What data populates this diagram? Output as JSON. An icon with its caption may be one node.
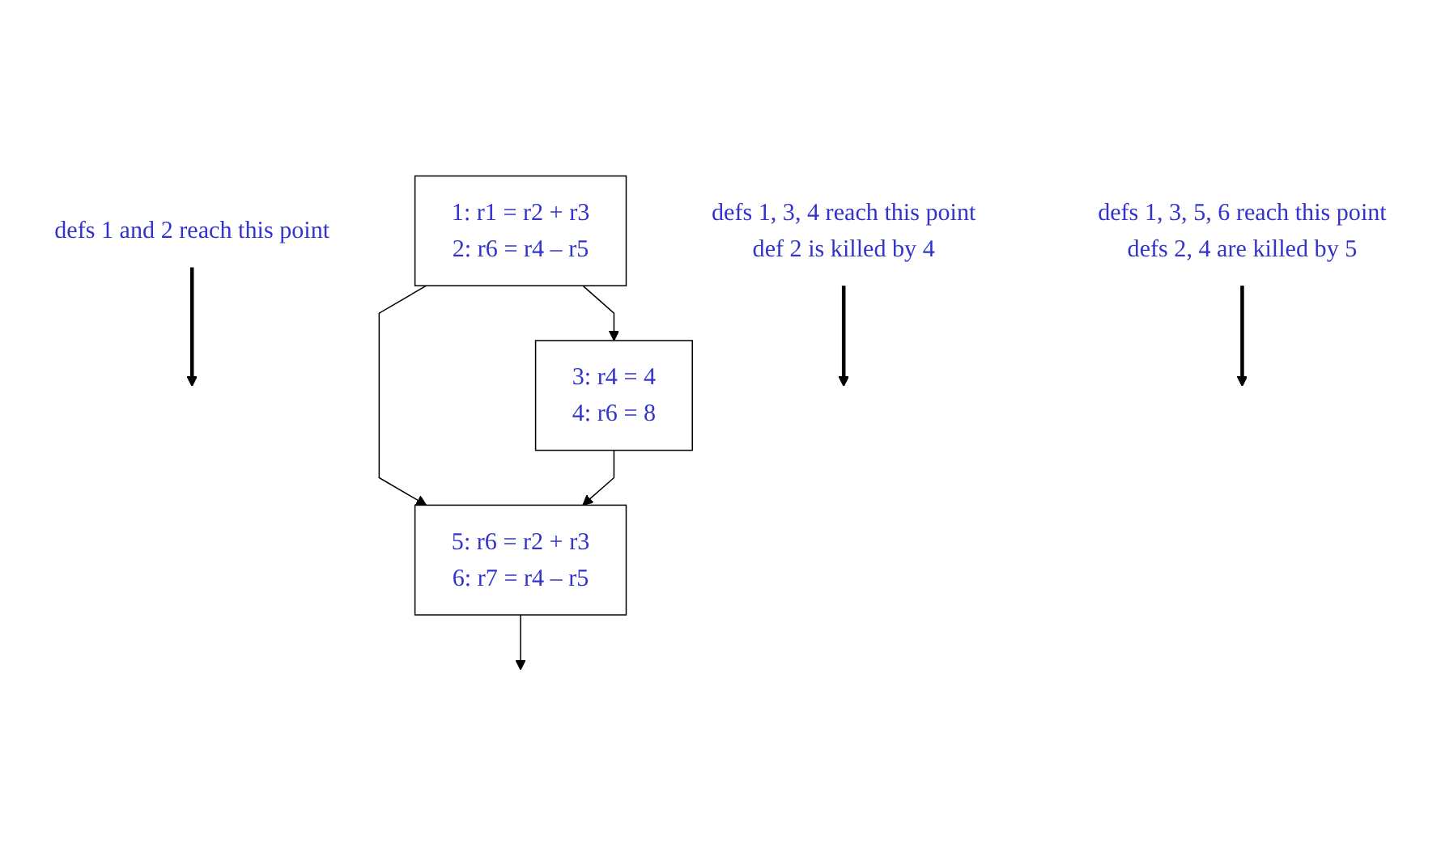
{
  "diagram": {
    "nodes": [
      {
        "text": [
          "1: r1 = r2 + r3",
          "2: r6 = r4 – r5"
        ]
      },
      {
        "text": [
          "3: r4 = 4",
          "4: r6 = 8"
        ]
      },
      {
        "text": [
          "5: r6 = r2 + r3",
          "6: r7 = r4 – r5"
        ]
      },
      {
        "text": [
          "defs 1 and 2 reach this point"
        ]
      },
      {
        "text": [
          "defs 1, 3, 4 reach this point",
          "def 2 is killed by 4"
        ]
      },
      {
        "text": [
          "defs 1, 3, 5, 6 reach this point",
          "defs 2, 4 are killed by 5"
        ]
      }
    ],
    "edges": [
      {
        "from": 0,
        "to": 2,
        "arrow": "to"
      },
      {
        "from": 0,
        "to": 1,
        "arrow": "to"
      },
      {
        "from": 1,
        "to": 2,
        "arrow": "to"
      },
      {
        "from": 2,
        "to": null,
        "arrow": "to"
      },
      {
        "from": 3,
        "to": null,
        "arrow": "to",
        "style": "thick"
      },
      {
        "from": 4,
        "to": null,
        "arrow": "to",
        "style": "thick"
      },
      {
        "from": 5,
        "to": null,
        "arrow": "to",
        "style": "thick"
      }
    ]
  }
}
